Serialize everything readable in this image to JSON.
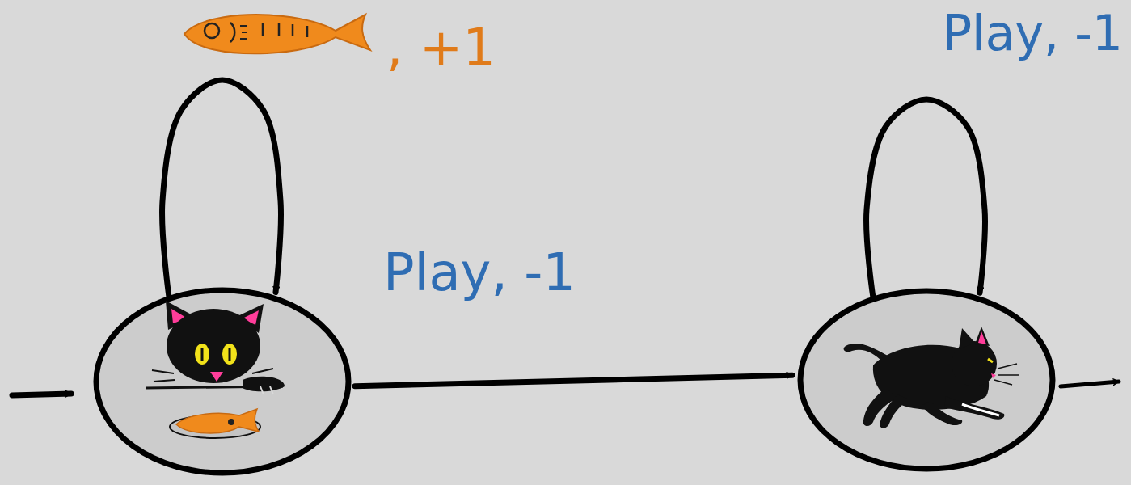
{
  "diagram": {
    "nodes": [
      {
        "text": []
      },
      {
        "text": []
      }
    ],
    "edges": [
      {
        "from": 0,
        "to": 0,
        "arrow": "to",
        "label": ", +1"
      },
      {
        "from": 0,
        "to": 1,
        "arrow": "to",
        "label": "Play, -1"
      },
      {
        "from": 1,
        "to": 1,
        "arrow": "to",
        "label": "Play, -1"
      }
    ]
  }
}
